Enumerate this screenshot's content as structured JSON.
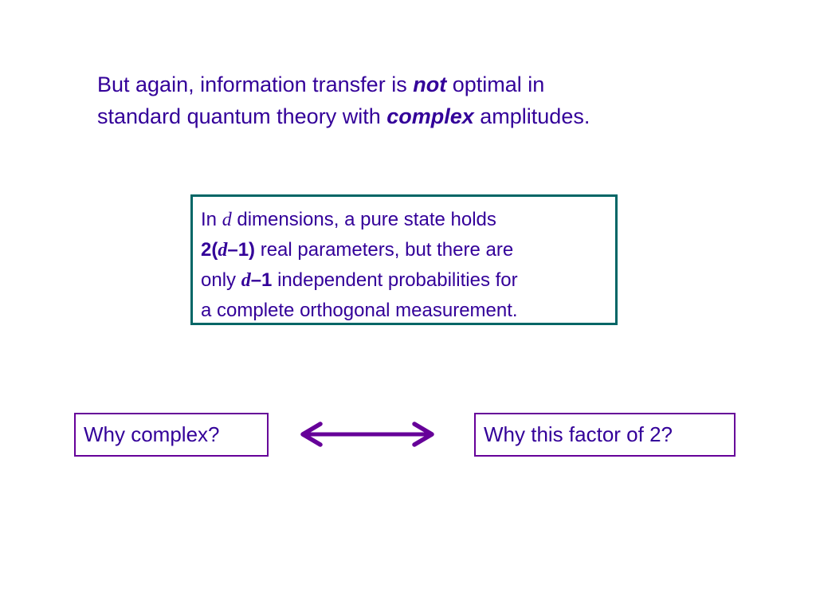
{
  "heading": {
    "line1_pre": "But again, information transfer is ",
    "line1_emph": "not",
    "line1_post": " optimal in",
    "line2_pre": "standard quantum theory with ",
    "line2_emph": "complex",
    "line2_post": " amplitudes."
  },
  "infobox": {
    "l1_pre": "In ",
    "l1_var": "d",
    "l1_post": " dimensions, a pure state holds",
    "l2_a": "2(",
    "l2_var": "d",
    "l2_b": "–1)",
    "l2_post": " real parameters, but there are",
    "l3_pre": "only ",
    "l3_var": "d",
    "l3_b": "–1",
    "l3_post": " independent probabilities for",
    "l4": "a complete orthogonal measurement."
  },
  "questions": {
    "left": "Why complex?",
    "right": "Why this factor of 2?"
  },
  "colors": {
    "text": "#330099",
    "infobox_border": "#006666",
    "question_border": "#660099",
    "arrow": "#660099"
  },
  "icons": {
    "arrow": "double-headed-arrow-icon"
  }
}
